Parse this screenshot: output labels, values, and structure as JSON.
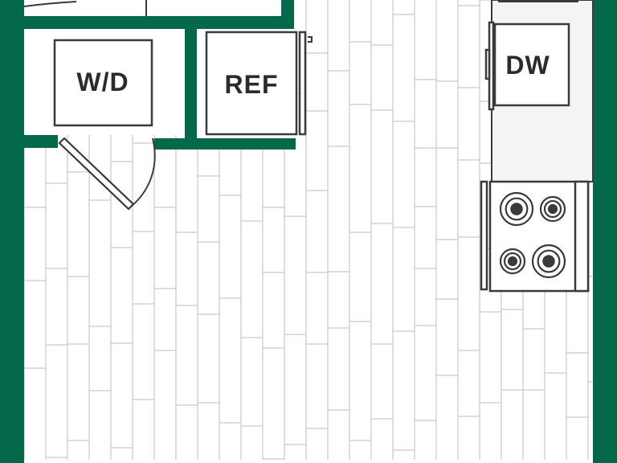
{
  "colors": {
    "wall": "#04684a",
    "floor_line": "#c9c9c9",
    "outline": "#3a3a3a",
    "label": "#2b2b2b",
    "counter": "#f4f4f4"
  },
  "labels": {
    "washer_dryer": "W/D",
    "refrigerator": "REF",
    "dishwasher": "DW"
  },
  "icons": {
    "floor": "wood-plank-floor",
    "door": "swing-door",
    "cooktop": "four-burner-range"
  }
}
